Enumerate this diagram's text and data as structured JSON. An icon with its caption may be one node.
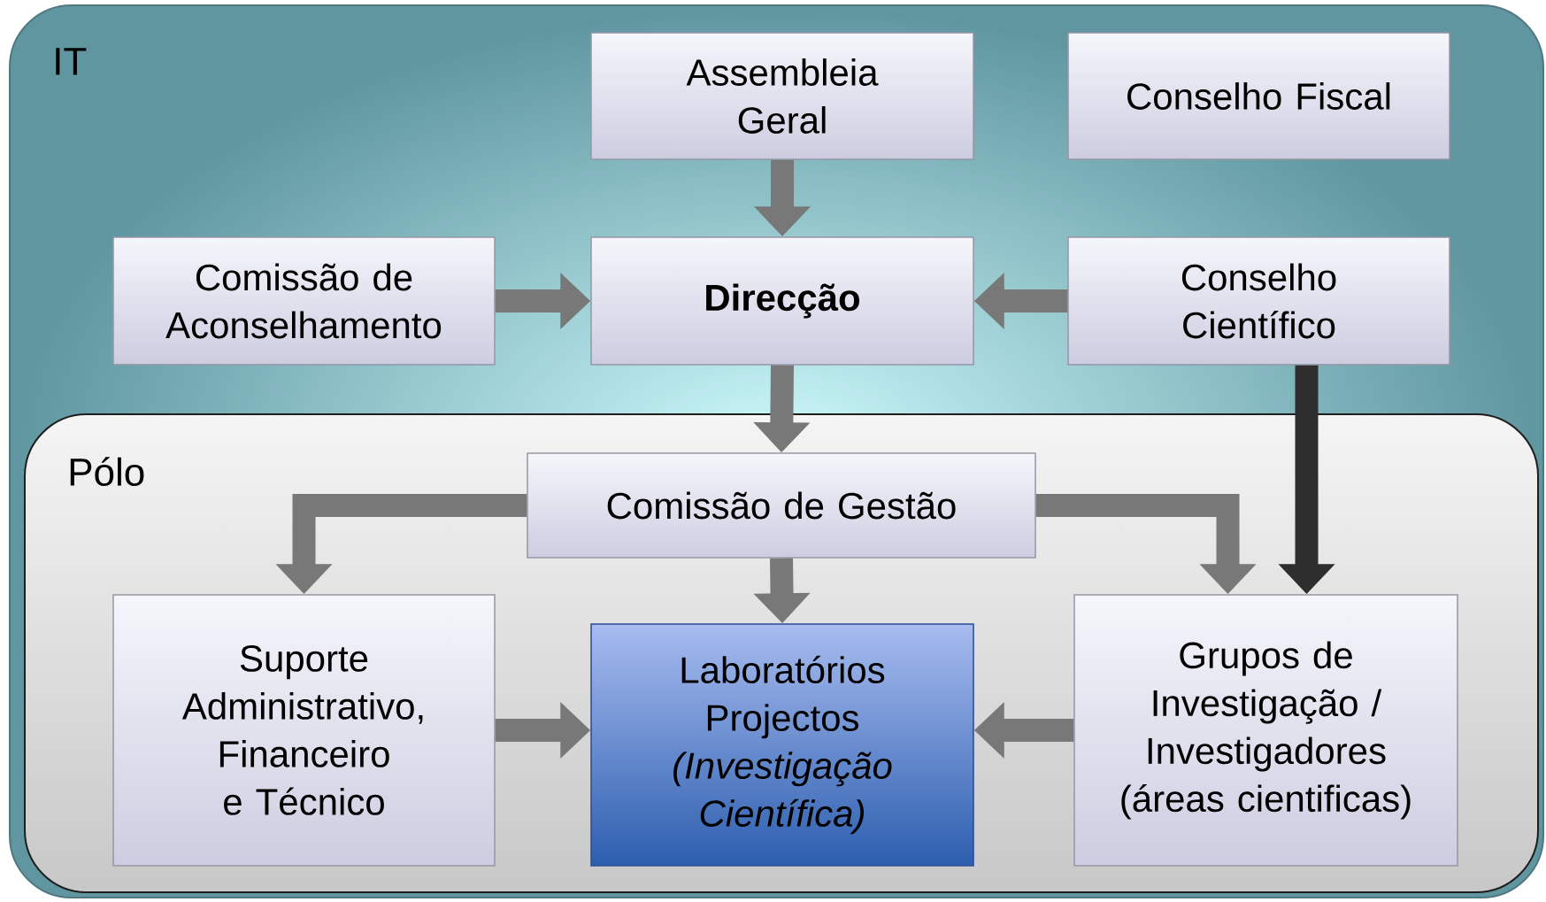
{
  "diagram": {
    "nodes": [
      {
        "text": [
          "IT"
        ]
      },
      {
        "text": [
          "Pólo"
        ],
        "in": 0
      },
      {
        "text": [
          "Assembleia Geral"
        ],
        "in": 0
      },
      {
        "text": [
          "Conselho Fiscal"
        ],
        "in": 0
      },
      {
        "text": [
          "Comissão de Aconselhamento"
        ],
        "in": 0
      },
      {
        "text": [
          "Direcção"
        ],
        "in": 0
      },
      {
        "text": [
          "Conselho Científico"
        ],
        "in": 0
      },
      {
        "text": [
          "Comissão de Gestão"
        ],
        "in": 1
      },
      {
        "text": [
          "Suporte Administrativo, Financeiro e Técnico"
        ],
        "in": 1
      },
      {
        "text": [
          "Laboratórios Projectos",
          "(Investigação Científica)"
        ],
        "in": 1
      },
      {
        "text": [
          "Grupos de Investigação / Investigadores (áreas cientificas)"
        ],
        "in": 1
      }
    ],
    "edges": [
      {
        "from": 2,
        "to": 5,
        "arrow": "to"
      },
      {
        "from": 4,
        "to": 5,
        "arrow": "to"
      },
      {
        "from": 6,
        "to": 5,
        "arrow": "to"
      },
      {
        "from": 5,
        "to": 7,
        "arrow": "to"
      },
      {
        "from": 7,
        "to": 8,
        "arrow": "to"
      },
      {
        "from": 7,
        "to": 10,
        "arrow": "to"
      },
      {
        "from": 6,
        "to": 10,
        "arrow": "to",
        "color": "#2e2e2e"
      },
      {
        "from": 7,
        "to": 9,
        "arrow": "to"
      },
      {
        "from": 8,
        "to": 9,
        "arrow": "to"
      },
      {
        "from": 10,
        "to": 9,
        "arrow": "to"
      }
    ]
  }
}
